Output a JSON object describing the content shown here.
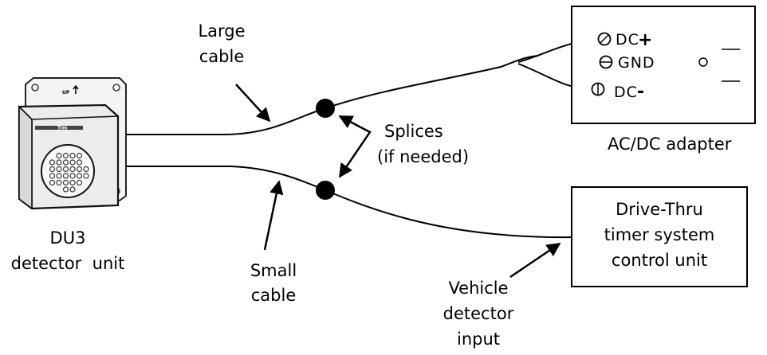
{
  "labels": {
    "large_cable": [
      "Large",
      "cable"
    ],
    "small_cable": [
      "Small",
      "cable"
    ],
    "splices": [
      "Splices",
      "(if needed)"
    ],
    "detector": [
      "DU3",
      "detector  unit"
    ],
    "adapter": "AC/DC adapter",
    "control_unit": [
      "Drive-Thru",
      "timer system",
      "control unit"
    ],
    "vehicle_input": [
      "Vehicle",
      "detector",
      "input"
    ]
  },
  "terminals": {
    "dc_plus": "DC",
    "dc_plus_sign": "+",
    "gnd": "GND",
    "dc_minus": "DC",
    "dc_minus_sign": "-"
  },
  "device": {
    "top_marking": "UP",
    "brand": "Tim"
  }
}
